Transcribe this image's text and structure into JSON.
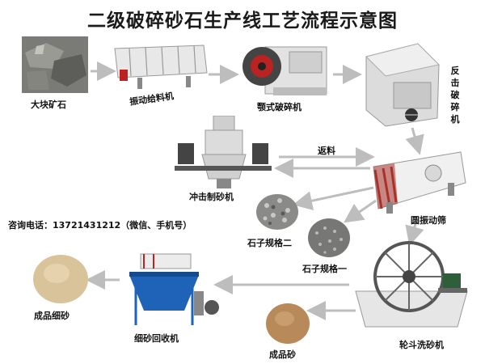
{
  "title": "二级破碎砂石生产线工艺流程示意图",
  "nodes": {
    "rock": "大块矿石",
    "feeder": "振动给料机",
    "jaw": "颚式破碎机",
    "impact": "反击破碎机",
    "sandmaker": "冲击制砂机",
    "screen": "圆振动筛",
    "stone2": "石子规格二",
    "stone1": "石子规格一",
    "washer": "轮斗洗砂机",
    "fine_recycler": "细砂回收机",
    "fine_sand": "成品细砂",
    "sand": "成品砂"
  },
  "return_label": "返料",
  "contact": "咨询电话：13721431212（微信、手机号）",
  "colors": {
    "arrow": "#bdbdbd",
    "screen_red": "#a8322a",
    "fine_blue": "#1e63b8",
    "sand_tan": "#d9c39a",
    "machine_gray": "#d6d6d6"
  }
}
